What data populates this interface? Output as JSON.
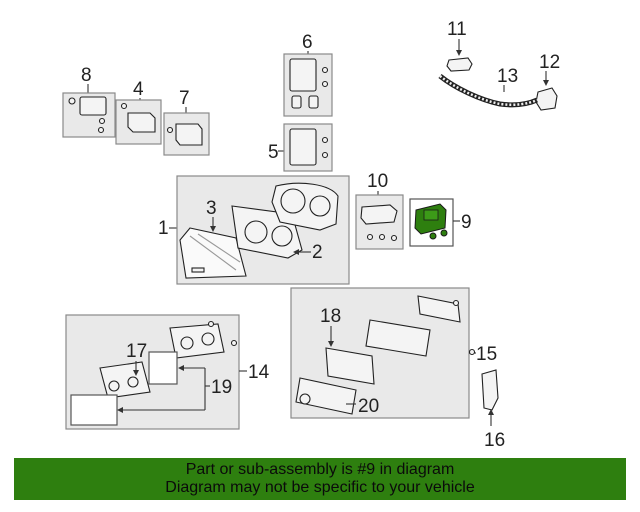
{
  "callouts": {
    "n1": "1",
    "n2": "2",
    "n3": "3",
    "n4": "4",
    "n5": "5",
    "n6": "6",
    "n7": "7",
    "n8": "8",
    "n9": "9",
    "n10": "10",
    "n11": "11",
    "n12": "12",
    "n13": "13",
    "n14": "14",
    "n15": "15",
    "n16": "16",
    "n17": "17",
    "n18": "18",
    "n19": "19",
    "n20": "20"
  },
  "highlight": {
    "part": "9",
    "color": "#2e7f0f"
  },
  "footer": {
    "line1": "Part or sub-assembly is #9 in diagram",
    "line2": "Diagram may not be specific to your vehicle"
  }
}
